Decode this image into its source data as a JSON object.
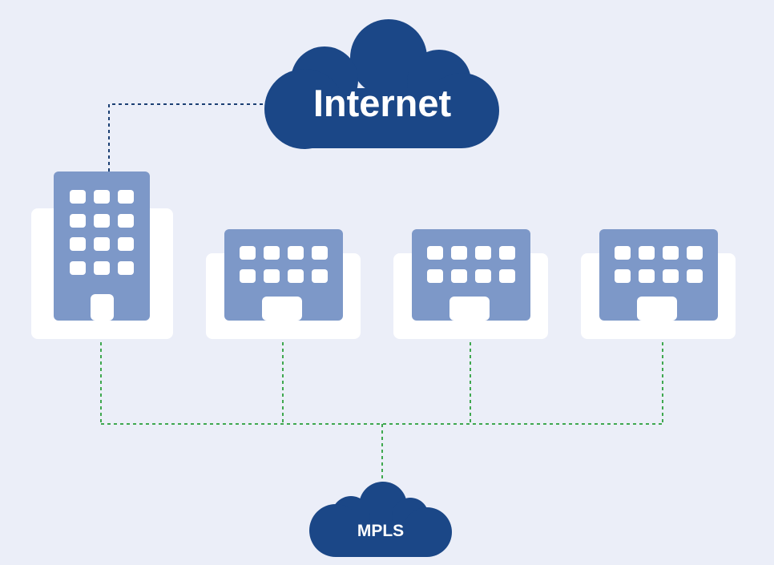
{
  "clouds": {
    "internet": {
      "label": "Internet"
    },
    "mpls": {
      "label": "MPLS"
    }
  },
  "colors": {
    "background": "#ebeef8",
    "cloud_fill": "#1b4787",
    "building_fill": "#7d98c8",
    "window_fill": "#ffffff",
    "base_fill": "#ffffff",
    "internet_link": "#1b3f73",
    "mpls_link": "#3fa84f"
  },
  "nodes": [
    {
      "id": "headquarters",
      "icon": "office-tower-icon"
    },
    {
      "id": "branch-1",
      "icon": "branch-office-icon"
    },
    {
      "id": "branch-2",
      "icon": "branch-office-icon"
    },
    {
      "id": "branch-3",
      "icon": "branch-office-icon"
    }
  ],
  "links": [
    {
      "from": "headquarters",
      "to": "internet",
      "style": "dashed"
    },
    {
      "from": "headquarters",
      "to": "mpls",
      "style": "dashed"
    },
    {
      "from": "branch-1",
      "to": "mpls",
      "style": "dashed"
    },
    {
      "from": "branch-2",
      "to": "mpls",
      "style": "dashed"
    },
    {
      "from": "branch-3",
      "to": "mpls",
      "style": "dashed"
    }
  ]
}
